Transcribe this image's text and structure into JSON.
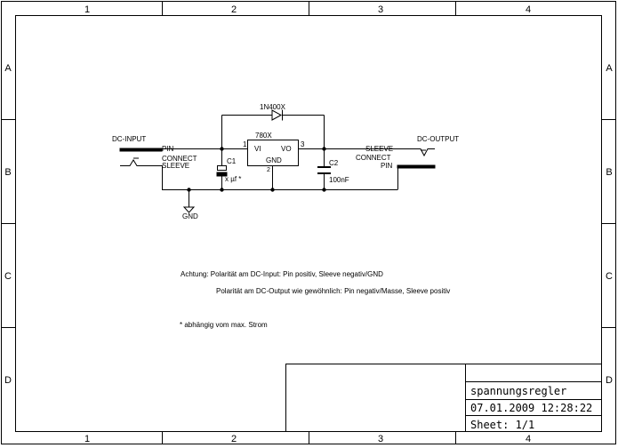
{
  "frame": {
    "columns": [
      "1",
      "2",
      "3",
      "4"
    ],
    "rows": [
      "A",
      "B",
      "C",
      "D"
    ]
  },
  "components": {
    "diode": "1N400X",
    "regulator": {
      "name": "780X",
      "vi": "VI",
      "vo": "VO",
      "gnd": "GND",
      "pin1": "1",
      "pin2": "2",
      "pin3": "3"
    },
    "c1": {
      "name": "C1",
      "value": "x µf *"
    },
    "c2": {
      "name": "C2",
      "value": "100nF"
    },
    "dc_input": {
      "title": "DC-INPUT",
      "pin": "PIN",
      "connect": "CONNECT",
      "sleeve": "SLEEVE"
    },
    "dc_output": {
      "title": "DC-OUTPUT",
      "sleeve": "SLEEVE",
      "connect": "CONNECT",
      "pin": "PIN"
    },
    "gnd": "GND"
  },
  "notes": {
    "line1": "Achtung: Polarität am DC-Input: Pin positiv, Sleeve negativ/GND",
    "line2": "Polarität am DC-Output wie gewöhnlich: Pin negativ/Masse, Sleeve positiv",
    "footnote": "* abhängig vom max. Strom"
  },
  "title_block": {
    "name": "spannungsregler",
    "date": "07.01.2009 12:28:22",
    "sheet": "Sheet: 1/1"
  }
}
